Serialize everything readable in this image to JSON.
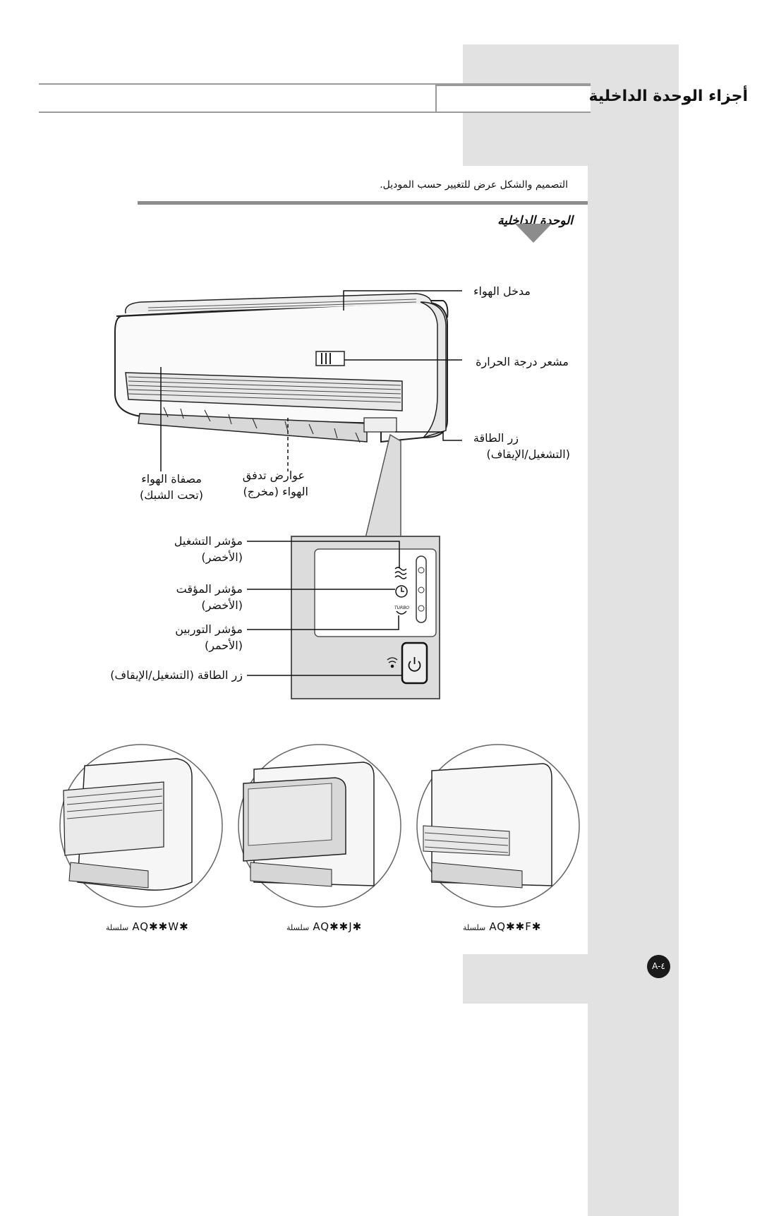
{
  "page": {
    "title": "أجزاء الوحدة الداخلية",
    "note": "التصميم والشكل عرض للتغيير حسب الموديل.",
    "subheading": "الوحدة الداخلية",
    "page_number": "A-٤"
  },
  "diagram": {
    "labels": {
      "air_inlet": "مدخل الهواء",
      "temp_sensor": "مشعر درجة الحرارة",
      "power_button_line1": "زر الطاقة",
      "power_button_line2": "(التشغيل/الإيقاف)",
      "air_filter_line1": "مصفاة الهواء",
      "air_filter_line2": "(تحت الشبك)",
      "air_flow_line1": "عوارض تدفق",
      "air_flow_line2": "الهواء (مخرج)"
    },
    "panel_labels": {
      "operation_line1": "مؤشر التشغيل",
      "operation_line2": "(الأخضر)",
      "timer_line1": "مؤشر المؤقت",
      "timer_line2": "(الأخضر)",
      "turbo_line1": "مؤشر التوربين",
      "turbo_line2": "(الأحمر)",
      "power": "زر الطاقة (التشغيل/الإيقاف)",
      "turbo_text": "TURBO"
    }
  },
  "variants": [
    {
      "name": "AQ✱✱W✱",
      "suffix": "سلسلة"
    },
    {
      "name": "AQ✱✱J✱",
      "suffix": "سلسلة"
    },
    {
      "name": "AQ✱✱F✱",
      "suffix": "سلسلة"
    }
  ]
}
